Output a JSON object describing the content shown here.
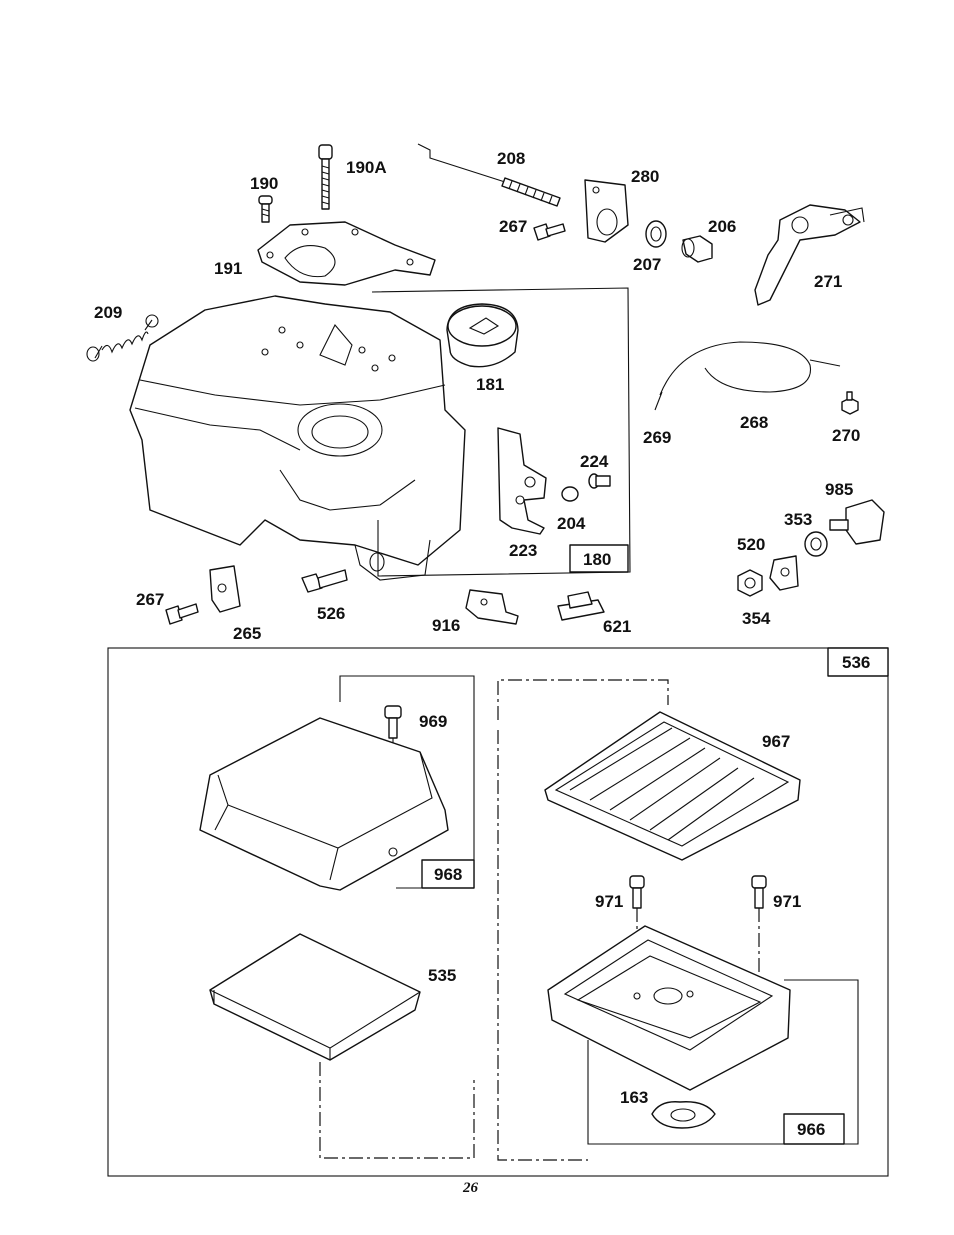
{
  "page_number": "26",
  "upper_parts": {
    "190A": "190A",
    "190": "190",
    "191": "191",
    "208": "208",
    "280": "280",
    "267a": "267",
    "206": "206",
    "207": "207",
    "271": "271",
    "209": "209",
    "181": "181",
    "224": "224",
    "204": "204",
    "223": "223",
    "180": "180",
    "269": "269",
    "268": "268",
    "270": "270",
    "985": "985",
    "353": "353",
    "520": "520",
    "354": "354",
    "267b": "267",
    "265": "265",
    "526": "526",
    "916": "916",
    "621": "621"
  },
  "air_cleaner": {
    "536": "536",
    "968": "968",
    "969": "969",
    "535": "535",
    "967": "967",
    "971a": "971",
    "971b": "971",
    "163": "163",
    "966": "966"
  }
}
